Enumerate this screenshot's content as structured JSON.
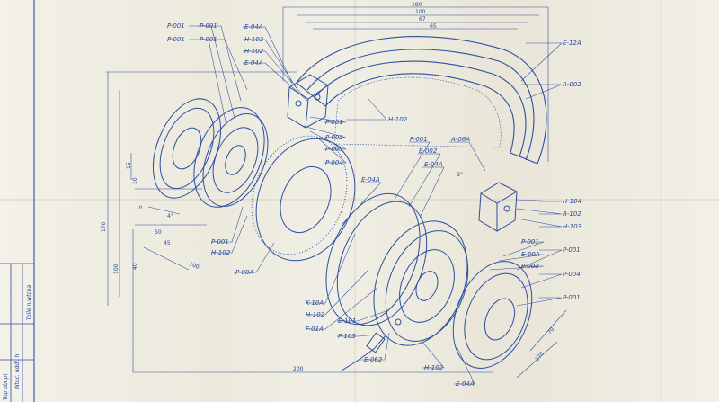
{
  "title_block": [
    "Top obupt",
    "Ntoc. nddl. h",
    "Tolle n.wtcoa"
  ],
  "dims": {
    "top": [
      "180",
      "100",
      "67",
      "65"
    ],
    "left": [
      "170",
      "100",
      "40",
      "15",
      "10",
      "5",
      "50",
      "45"
    ],
    "bottom": [
      "200",
      "70",
      "170",
      "100"
    ],
    "ang": [
      "8°",
      "4°"
    ]
  },
  "parts": [
    {
      "id": "p1",
      "text": "P-001"
    },
    {
      "id": "p2",
      "text": "P-001"
    },
    {
      "id": "p3",
      "text": "P-001"
    },
    {
      "id": "p4",
      "text": "P-001"
    },
    {
      "id": "e1",
      "text": "E-04A"
    },
    {
      "id": "h1",
      "text": "H-102"
    },
    {
      "id": "h2",
      "text": "H-102"
    },
    {
      "id": "e2",
      "text": "E-04A"
    },
    {
      "id": "e12a",
      "text": "E-12A"
    },
    {
      "id": "a002",
      "text": "A-002"
    },
    {
      "id": "h102m",
      "text": "H-102"
    },
    {
      "id": "p001m",
      "text": "P-001"
    },
    {
      "id": "p002m",
      "text": "P-002"
    },
    {
      "id": "p003m",
      "text": "P-003"
    },
    {
      "id": "p004m",
      "text": "P-004"
    },
    {
      "id": "p001c",
      "text": "P-001"
    },
    {
      "id": "e002",
      "text": "E-002"
    },
    {
      "id": "e04ac",
      "text": "E-04A"
    },
    {
      "id": "a06a",
      "text": "A-06A"
    },
    {
      "id": "e04a2",
      "text": "E-04A"
    },
    {
      "id": "h104",
      "text": "H-104"
    },
    {
      "id": "r102",
      "text": "R-102"
    },
    {
      "id": "h103",
      "text": "H-103"
    },
    {
      "id": "p001l",
      "text": "P-001"
    },
    {
      "id": "h102l",
      "text": "H-102"
    },
    {
      "id": "p00a",
      "text": "P-00A"
    },
    {
      "id": "p001r",
      "text": "P-001"
    },
    {
      "id": "e00a",
      "text": "E-00A"
    },
    {
      "id": "p001r2",
      "text": "P-001"
    },
    {
      "id": "p002r",
      "text": "P-002"
    },
    {
      "id": "p004r",
      "text": "P-004"
    },
    {
      "id": "p001r3",
      "text": "P-001"
    },
    {
      "id": "k10a",
      "text": "K-10A"
    },
    {
      "id": "h102b",
      "text": "H-102"
    },
    {
      "id": "f01a",
      "text": "F-01A"
    },
    {
      "id": "e101",
      "text": "E-101"
    },
    {
      "id": "p105",
      "text": "P-105"
    },
    {
      "id": "e062",
      "text": "E-062"
    },
    {
      "id": "h102bb",
      "text": "H-102"
    },
    {
      "id": "e04ab",
      "text": "E-04A"
    }
  ]
}
